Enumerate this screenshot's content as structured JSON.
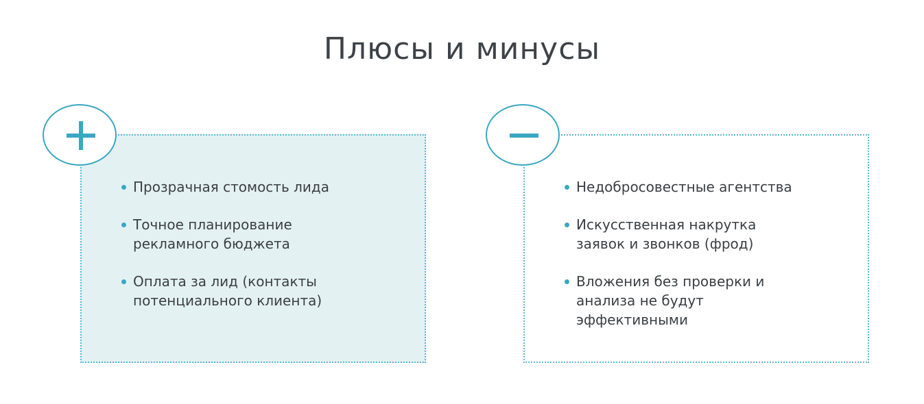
{
  "title": "Плюсы и минусы",
  "icons": {
    "pros": "plus-icon",
    "cons": "minus-icon"
  },
  "colors": {
    "accent": "#3aa7c2",
    "pros_panel_bg": "#e4f1f3",
    "text": "#3b3f43"
  },
  "pros": {
    "items": [
      {
        "line1": "Прозрачная стомость лида",
        "line2": "",
        "line3": ""
      },
      {
        "line1": "Точное планирование",
        "line2": "рекламного бюджета",
        "line3": ""
      },
      {
        "line1": "Оплата за лид (контакты",
        "line2": "потенциального клиента)",
        "line3": ""
      }
    ]
  },
  "cons": {
    "items": [
      {
        "line1": "Недобросовестные агентства",
        "line2": "",
        "line3": ""
      },
      {
        "line1": "Искусственная накрутка",
        "line2": "заявок и звонков (фрод)",
        "line3": ""
      },
      {
        "line1": "Вложения без проверки и",
        "line2": "анализа не будут",
        "line3": "эффективными"
      }
    ]
  }
}
